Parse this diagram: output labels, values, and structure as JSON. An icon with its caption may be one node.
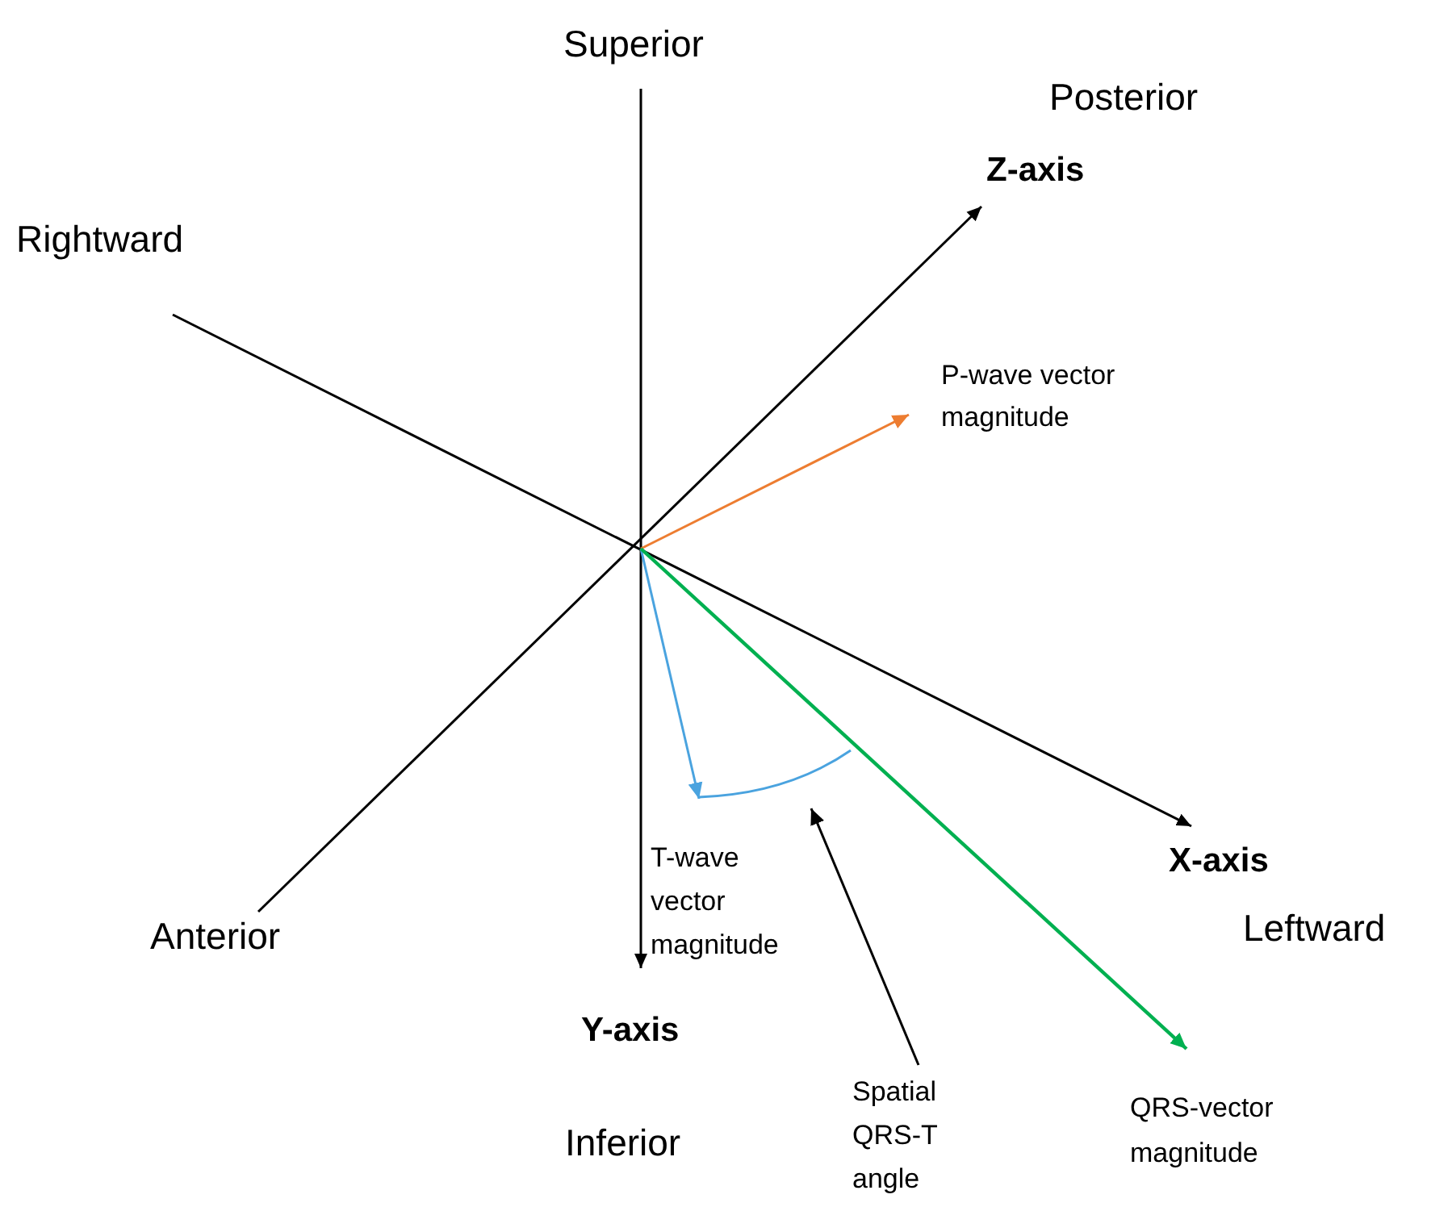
{
  "diagram": {
    "nodes": [
      {
        "text": [
          "P-wave vector magnitude"
        ]
      },
      {
        "text": [
          "T-wave vector magnitude"
        ]
      },
      {
        "text": [
          "QRS-vector magnitude"
        ]
      },
      {
        "text": [
          "Spatial QRS-T angle"
        ]
      },
      {
        "text": [],
        "shape": "arc"
      }
    ],
    "edges": [
      {
        "from": null,
        "to": 0,
        "arrow": "to",
        "color": "#ed7d31"
      },
      {
        "from": null,
        "to": 1,
        "arrow": "to",
        "color": "#4aa3df"
      },
      {
        "from": null,
        "to": 2,
        "arrow": "to",
        "color": "#00b050"
      },
      {
        "from": 3,
        "to": 4,
        "arrow": "to",
        "color": "#000000"
      }
    ],
    "labels": [
      "Superior",
      "Posterior",
      "Z-axis",
      "Rightward",
      "X-axis",
      "Leftward",
      "Anterior",
      "Y-axis",
      "Inferior"
    ]
  }
}
